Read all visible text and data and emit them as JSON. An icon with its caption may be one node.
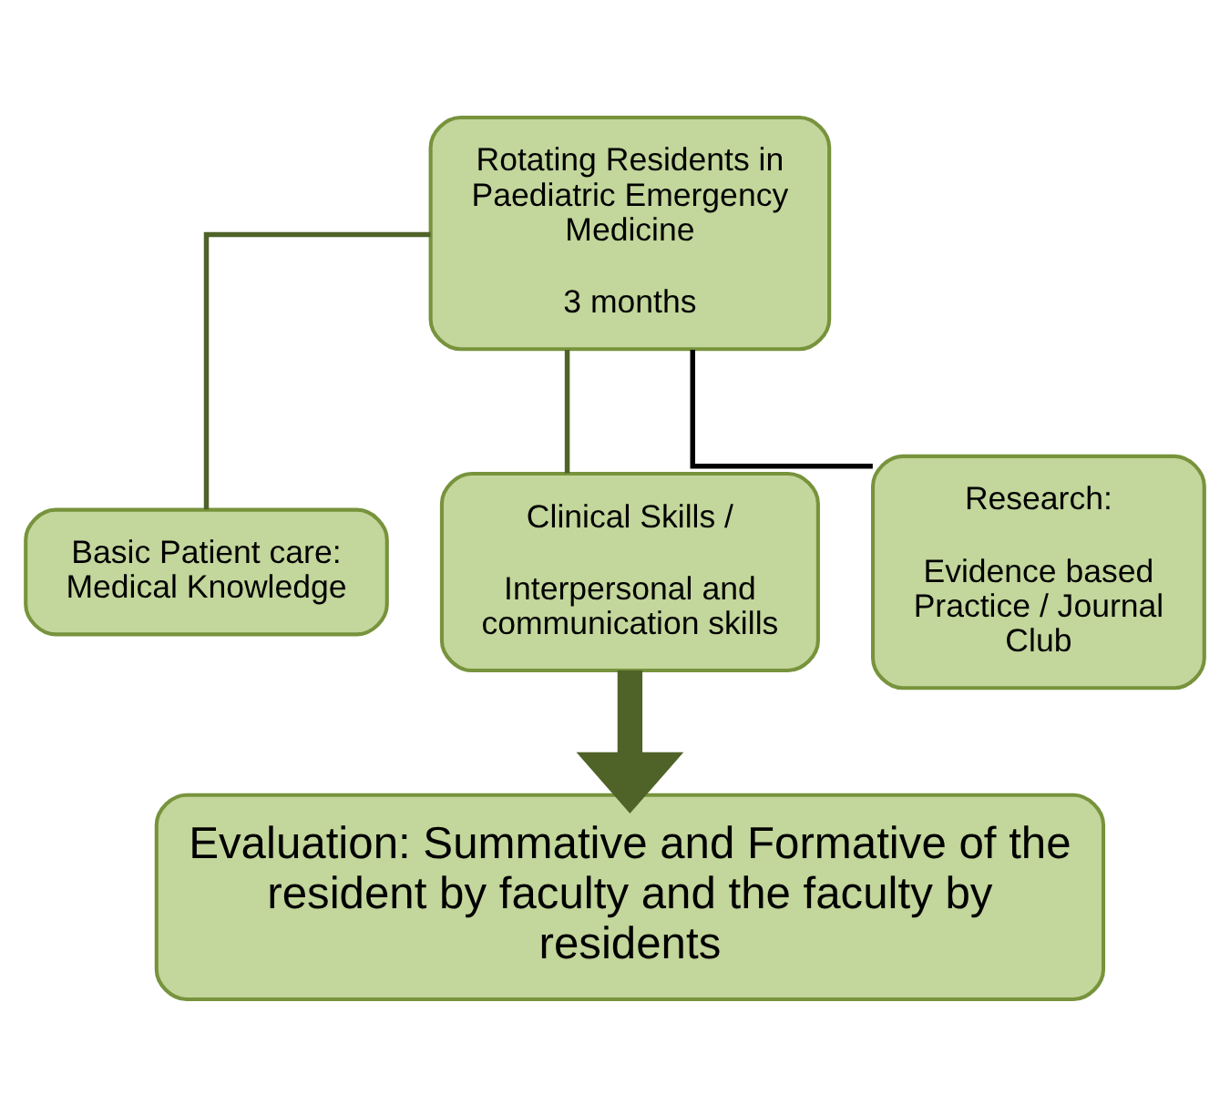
{
  "diagram": {
    "nodes": [
      {
        "text": [
          "Rotating Residents in Paediatric Emergency Medicine",
          "3 months"
        ]
      },
      {
        "text": [
          "Basic Patient care: Medical Knowledge"
        ]
      },
      {
        "text": [
          "Clinical Skills /",
          "Interpersonal and communication skills"
        ]
      },
      {
        "text": [
          "Research:",
          "Evidence based Practice / Journal Club"
        ]
      },
      {
        "text": [
          "Evaluation: Summative and Formative of the resident by faculty and the faculty by residents"
        ]
      }
    ],
    "edges": [
      {
        "from": 0,
        "to": 1,
        "arrow": "none",
        "color": "#4f6228"
      },
      {
        "from": 0,
        "to": 2,
        "arrow": "none",
        "color": "#4f6228"
      },
      {
        "from": 0,
        "to": 3,
        "arrow": "none",
        "color": "#000000"
      },
      {
        "from": 2,
        "to": 4,
        "arrow": "to",
        "style": "thick",
        "color": "#4f6228"
      }
    ]
  }
}
